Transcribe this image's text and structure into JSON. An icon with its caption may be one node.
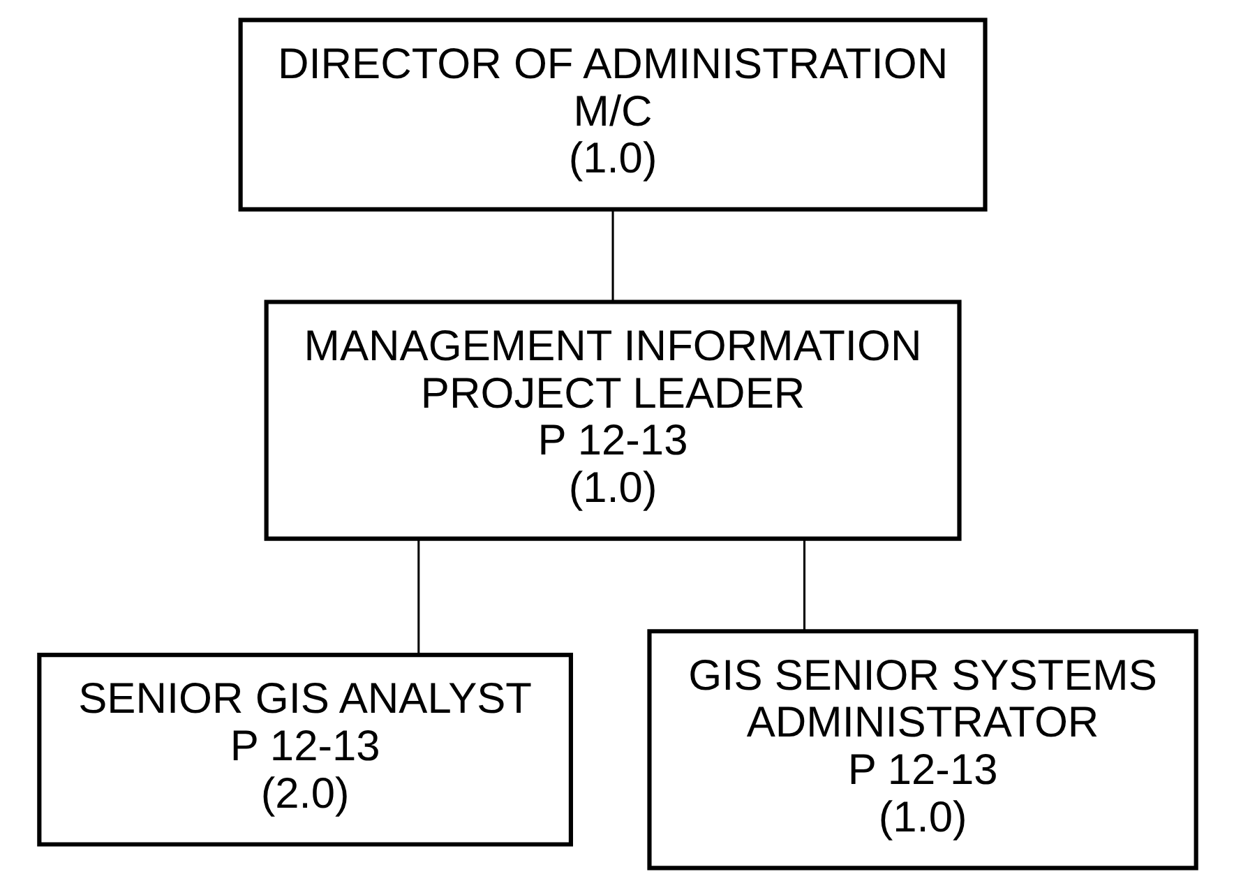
{
  "diagram": {
    "nodes": [
      {
        "text": [
          "DIRECTOR OF ADMINISTRATION",
          "M/C",
          "(1.0)"
        ]
      },
      {
        "text": [
          "MANAGEMENT INFORMATION PROJECT LEADER",
          "P 12-13",
          "(1.0)"
        ]
      },
      {
        "text": [
          "SENIOR GIS ANALYST",
          "P 12-13",
          "(2.0)"
        ]
      },
      {
        "text": [
          "GIS SENIOR SYSTEMS ADMINISTRATOR",
          "P 12-13",
          "(1.0)"
        ]
      }
    ],
    "edges": [
      {
        "from": 0,
        "to": 1,
        "arrow": "none"
      },
      {
        "from": 1,
        "to": 2,
        "arrow": "none"
      },
      {
        "from": 1,
        "to": 3,
        "arrow": "none"
      }
    ]
  }
}
